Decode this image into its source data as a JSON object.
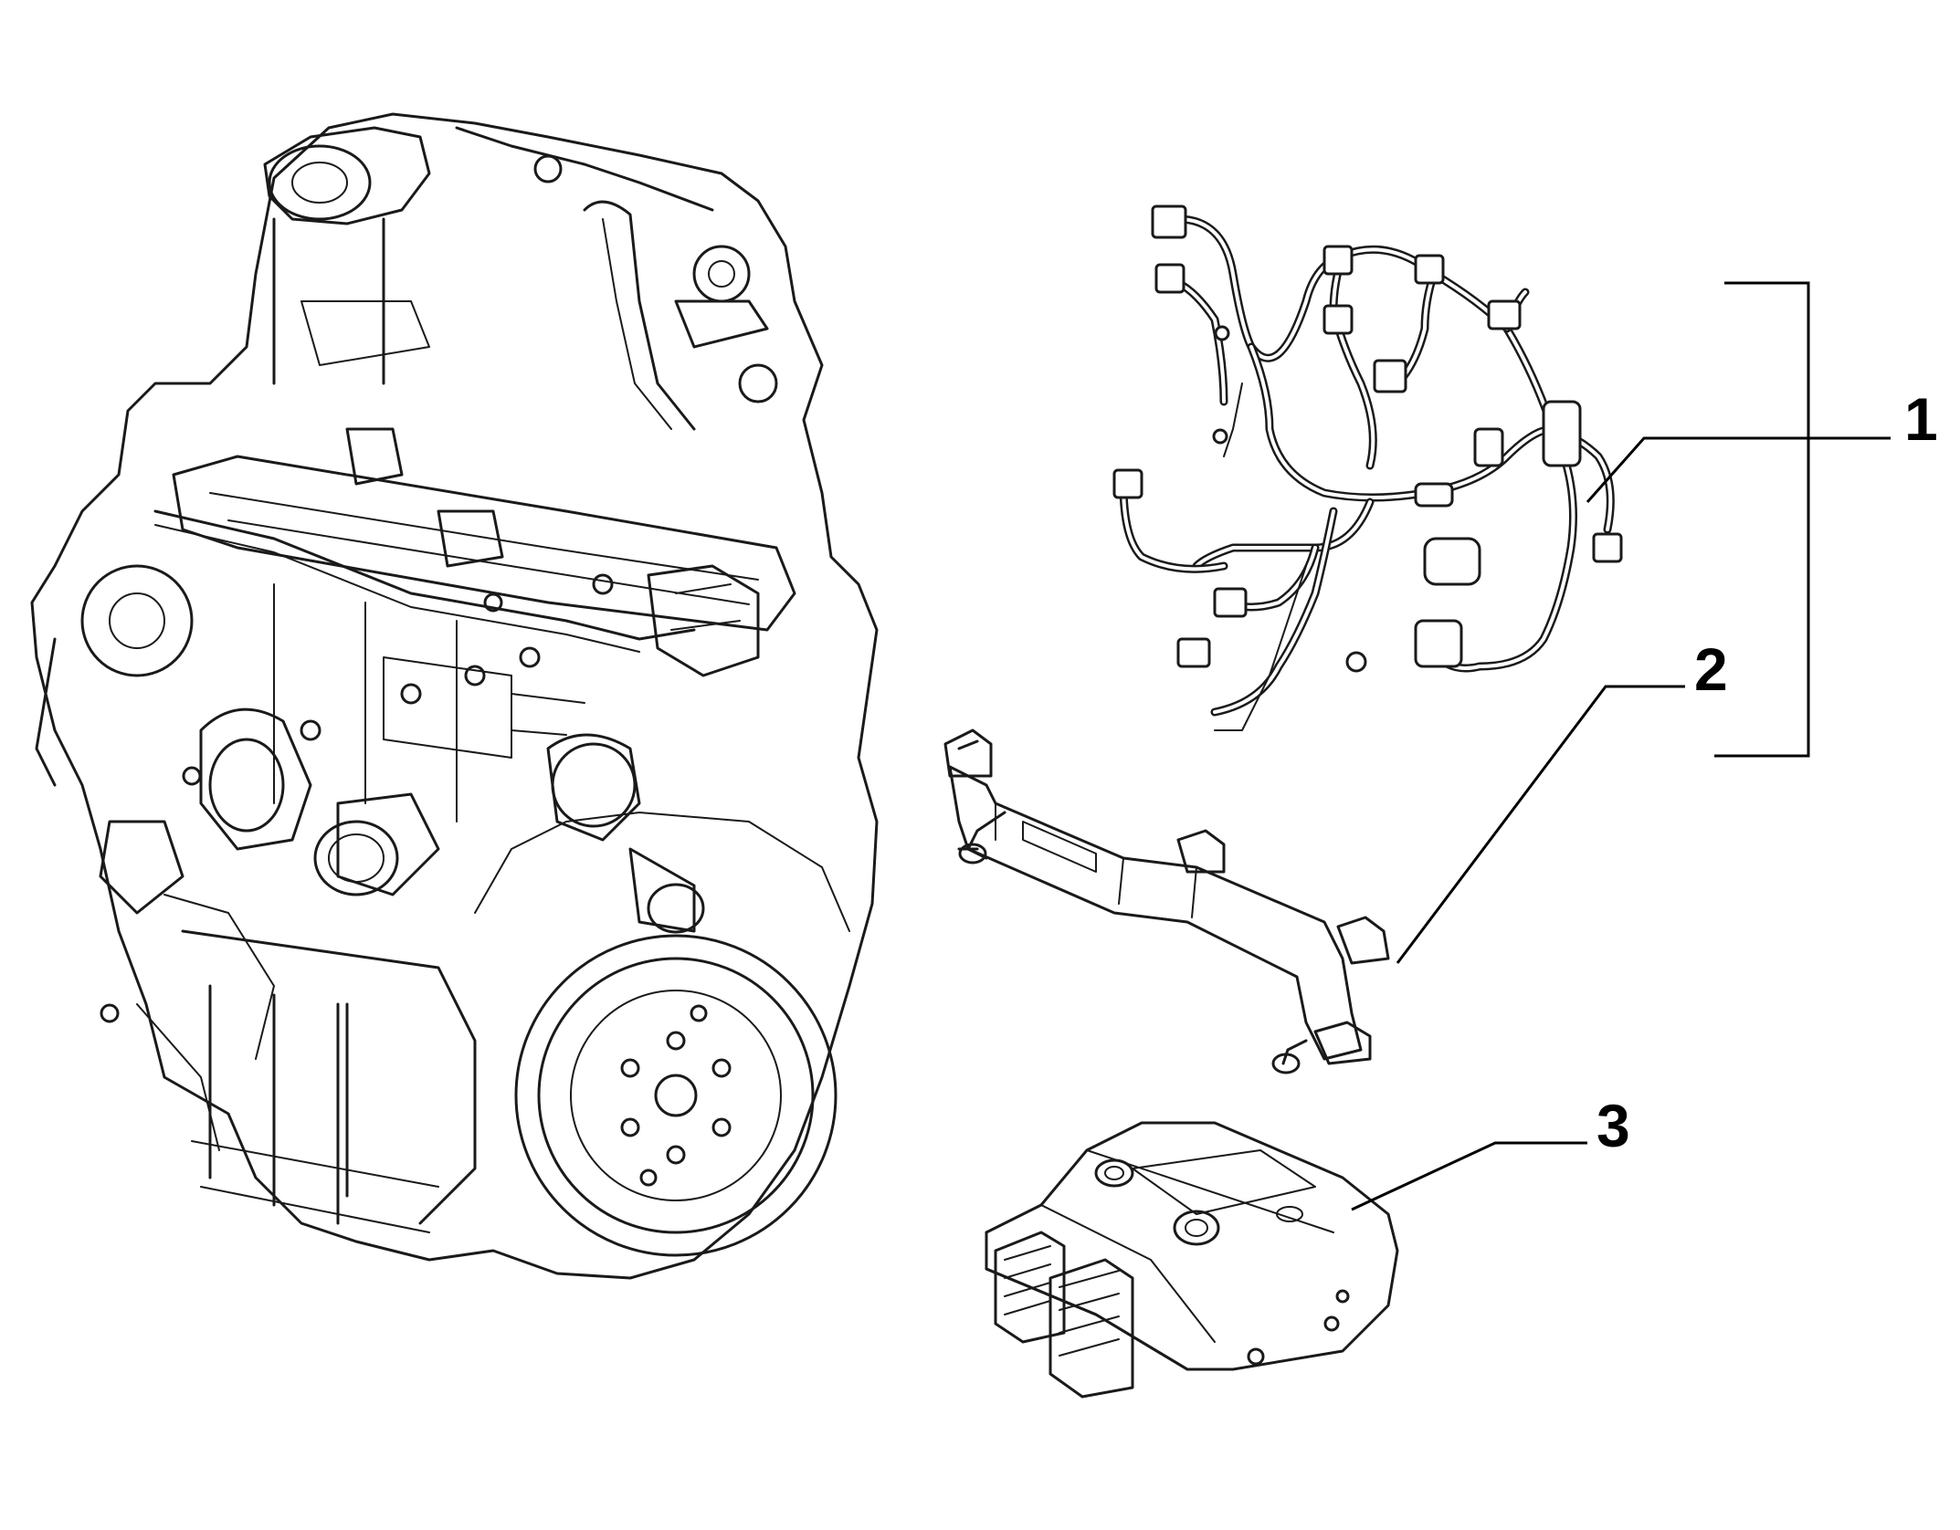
{
  "callouts": [
    {
      "id": "1",
      "label": "1"
    },
    {
      "id": "2",
      "label": "2"
    },
    {
      "id": "3",
      "label": "3"
    }
  ],
  "colors": {
    "line": "#1a1a1a",
    "background": "#ffffff"
  },
  "icons": [
    "engine-illustration",
    "wiring-harness-illustration",
    "harness-bracket-illustration",
    "ecu-illustration"
  ]
}
